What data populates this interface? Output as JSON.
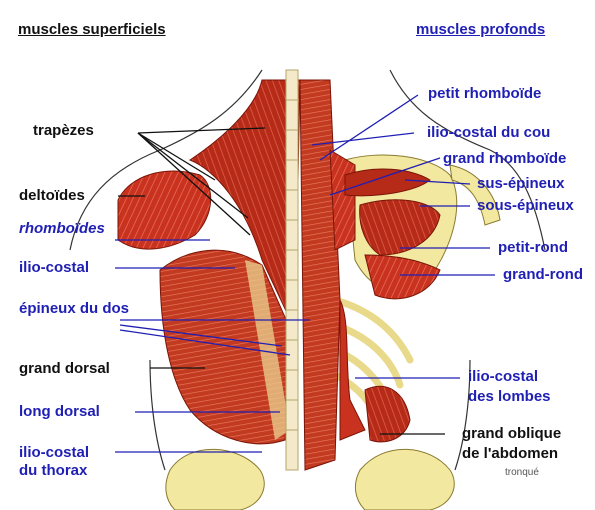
{
  "headings": {
    "superficial": "muscles superficiels",
    "deep": "muscles profonds"
  },
  "labels": {
    "trapezes": "trapèzes",
    "deltoides": "deltoïdes",
    "rhomboides": "rhomboïdes",
    "ilio_costal": "ilio-costal",
    "epineux_du_dos": "épineux du dos",
    "grand_dorsal": "grand dorsal",
    "long_dorsal": "long dorsal",
    "ilio_costal_thorax_1": "ilio-costal",
    "ilio_costal_thorax_2": "du thorax",
    "petit_rhomboide": "petit rhomboïde",
    "ilio_costal_du_cou": "ilio-costal du cou",
    "grand_rhomboide": "grand rhomboïde",
    "sus_epineux": "sus-épineux",
    "sous_epineux": "sous-épineux",
    "petit_rond": "petit-rond",
    "grand_rond": "grand-rond",
    "ilio_costal_lombes_1": "ilio-costal",
    "ilio_costal_lombes_2": "des lombes",
    "grand_oblique_1": "grand oblique",
    "grand_oblique_2": "de l'abdomen",
    "tronque": "tronqué"
  },
  "colors": {
    "label_black": "#111111",
    "label_blue": "#1f1fb4",
    "muscle": "#c8321e",
    "muscle_dark": "#8c1a0c",
    "bone": "#f2e8a0",
    "tendon": "#e9d98a"
  }
}
